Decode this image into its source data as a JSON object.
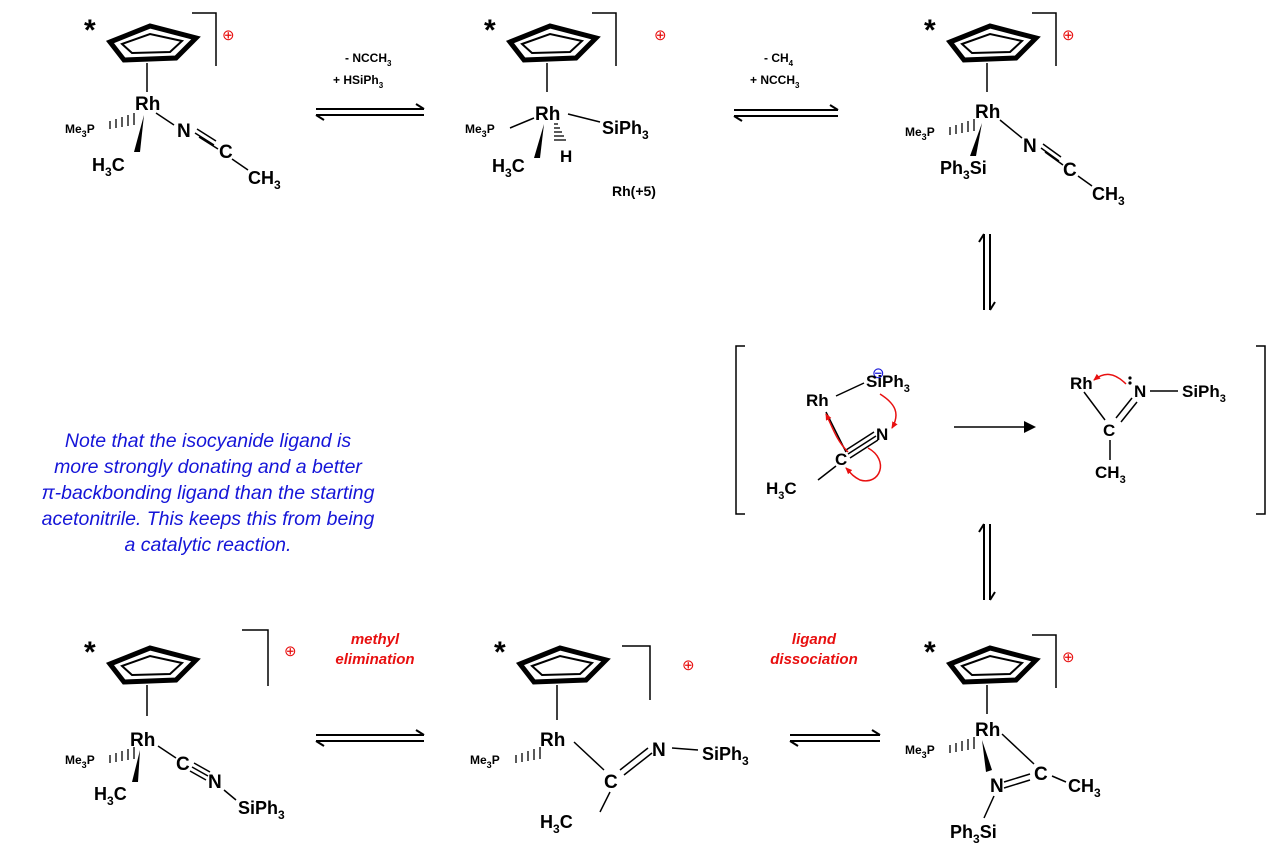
{
  "colors": {
    "rhodium": "#ff00ff",
    "nitrogen": "#1515d8",
    "annotation": "#e81010",
    "note": "#1515d8",
    "bond": "#000000"
  },
  "labels": {
    "star": "*",
    "charge": "⊕",
    "anion_charge": "⊖",
    "Rh": "Rh",
    "Me": "Me",
    "sub3": "3",
    "sub4": "4",
    "P": "P",
    "H3": "H",
    "C": "C",
    "N": "N",
    "H": "H",
    "CH": "CH",
    "SiPh": "SiPh",
    "Ph": "Ph",
    "Si": "Si"
  },
  "conditions": {
    "step1_top_a": "- NCCH",
    "step1_top_b": "+ HSiPh",
    "step2_top_a": "- CH",
    "step2_top_b": "+ NCCH"
  },
  "oxidation_state": "Rh(+5)",
  "steps": {
    "methyl_elimination_a": "methyl",
    "methyl_elimination_b": "elimination",
    "ligand_dissociation_a": "ligand",
    "ligand_dissociation_b": "dissociation"
  },
  "note_lines": [
    "Note that the isocyanide ligand is",
    "more strongly donating and a better",
    "π-backbonding ligand than the starting",
    "acetonitrile.  This keeps this from being",
    "a catalytic reaction."
  ]
}
